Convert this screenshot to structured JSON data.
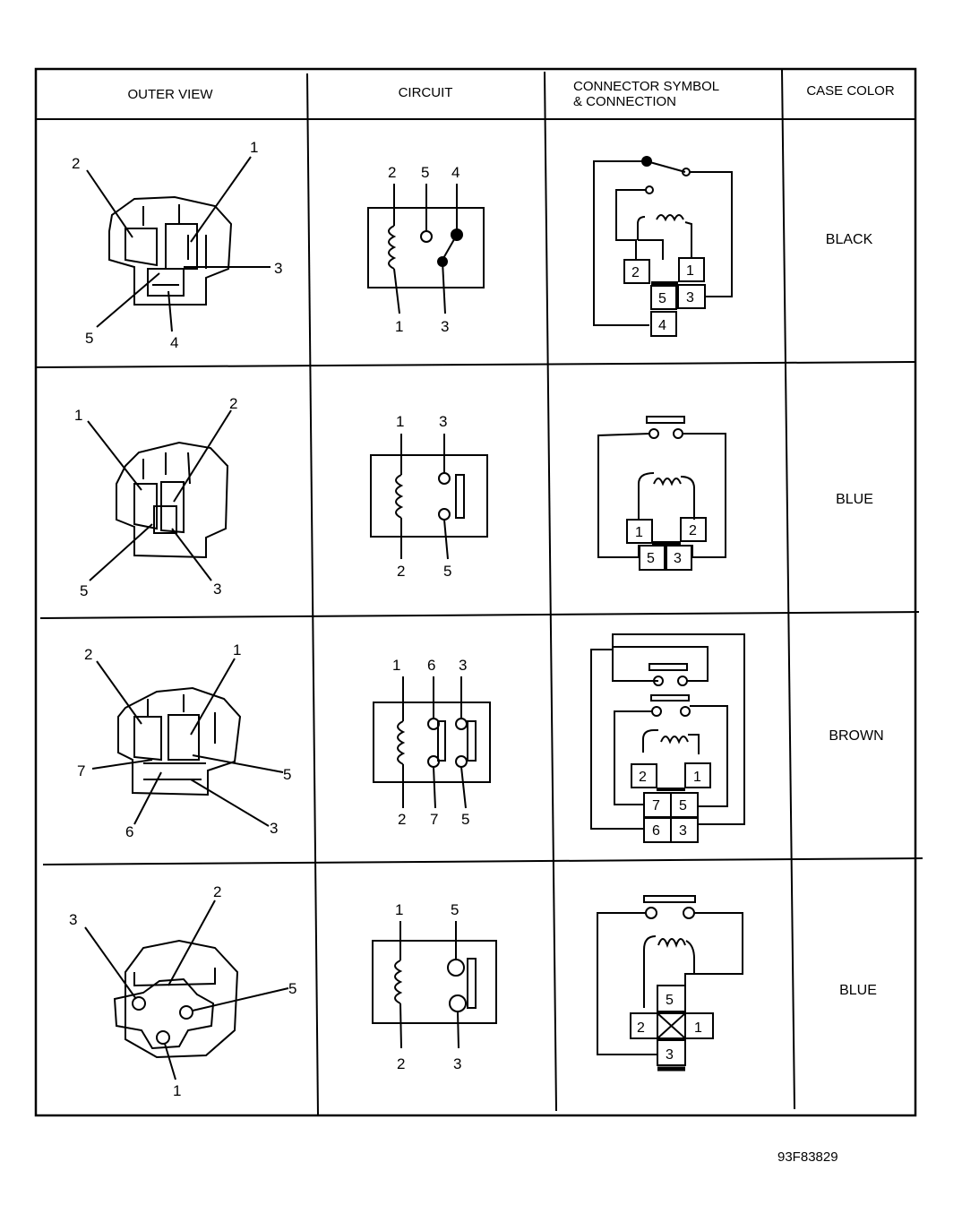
{
  "headers": {
    "outer_view": "OUTER VIEW",
    "circuit": "CIRCUIT",
    "connector_line1": "CONNECTOR SYMBOL",
    "connector_line2": "& CONNECTION",
    "case_color": "CASE COLOR"
  },
  "rows": [
    {
      "case_color": "BLACK",
      "outer_view_pins": [
        "1",
        "2",
        "3",
        "4",
        "5"
      ],
      "circuit_top_pins": [
        "2",
        "5",
        "4"
      ],
      "circuit_bottom_pins": [
        "1",
        "3"
      ],
      "connector_pins": [
        "2",
        "1",
        "5",
        "3",
        "4"
      ]
    },
    {
      "case_color": "BLUE",
      "outer_view_pins": [
        "1",
        "2",
        "3",
        "5"
      ],
      "circuit_top_pins": [
        "1",
        "3"
      ],
      "circuit_bottom_pins": [
        "2",
        "5"
      ],
      "connector_pins": [
        "1",
        "2",
        "5",
        "3"
      ]
    },
    {
      "case_color": "BROWN",
      "outer_view_pins": [
        "1",
        "2",
        "3",
        "5",
        "6",
        "7"
      ],
      "circuit_top_pins": [
        "1",
        "6",
        "3"
      ],
      "circuit_bottom_pins": [
        "2",
        "7",
        "5"
      ],
      "connector_pins": [
        "2",
        "1",
        "7",
        "5",
        "6",
        "3"
      ]
    },
    {
      "case_color": "BLUE",
      "outer_view_pins": [
        "1",
        "2",
        "3",
        "5"
      ],
      "circuit_top_pins": [
        "1",
        "5"
      ],
      "circuit_bottom_pins": [
        "2",
        "3"
      ],
      "connector_pins": [
        "5",
        "2",
        "1",
        "3"
      ]
    }
  ],
  "figure_id": "93F83829"
}
